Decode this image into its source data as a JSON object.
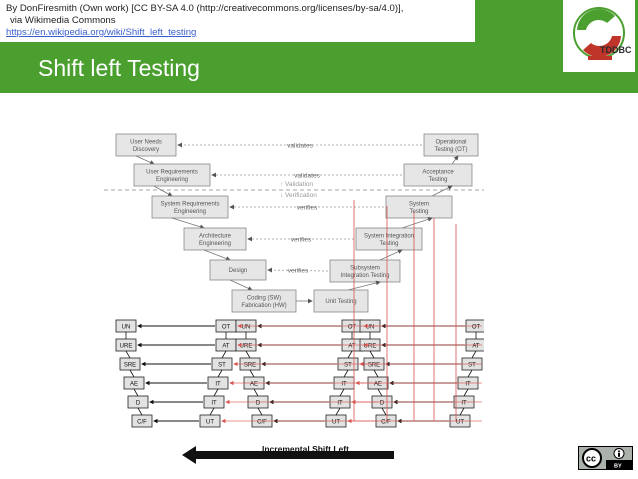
{
  "attribution": {
    "line1": "By DonFiresmith (Own work) [CC BY-SA 4.0 (http://creativecommons.org/licenses/by-sa/4.0)],",
    "line2": "via Wikimedia Commons",
    "link": "https://en.wikipedia.org/wiki/Shift_left_testing"
  },
  "slide_title": "Shift left Testing",
  "logo": {
    "text": "TDDBC",
    "icon": "tddbc-logo-icon",
    "colors": {
      "green": "#4a9f2f",
      "red": "#c0352a"
    }
  },
  "license_badge": {
    "cc": "cc",
    "by": "BY",
    "icon": "cc-by-license-icon"
  },
  "colors": {
    "banner": "#4a9f2f",
    "red_arrow": "#d9534f",
    "box_fill": "#dedede"
  },
  "vmodel": {
    "left_boxes": [
      "User Needs\nDiscovery",
      "User Requirements\nEngineering",
      "System Requirements\nEngineering",
      "Architecture\nEngineering",
      "Design",
      "Coding (SW)\nFabrication (HW)"
    ],
    "right_boxes": [
      "Operational\nTesting (OT)",
      "Acceptance\nTesting",
      "System\nTesting",
      "System Integration\nTesting",
      "Subsystem\nIntegration Testing",
      "Unit Testing"
    ],
    "arrow_labels": [
      "validates",
      "validates",
      "verifies",
      "verifies",
      "verifies"
    ],
    "validation_label": "Validation",
    "verification_label": "Verification"
  },
  "shift_diagram": {
    "left_column": [
      "UN",
      "URE",
      "SRE",
      "AE",
      "D",
      "C/F"
    ],
    "right_column": [
      "OT",
      "AT",
      "ST",
      "IT",
      "IT",
      "UT"
    ],
    "arrow_label": "Incremental Shift Left"
  }
}
